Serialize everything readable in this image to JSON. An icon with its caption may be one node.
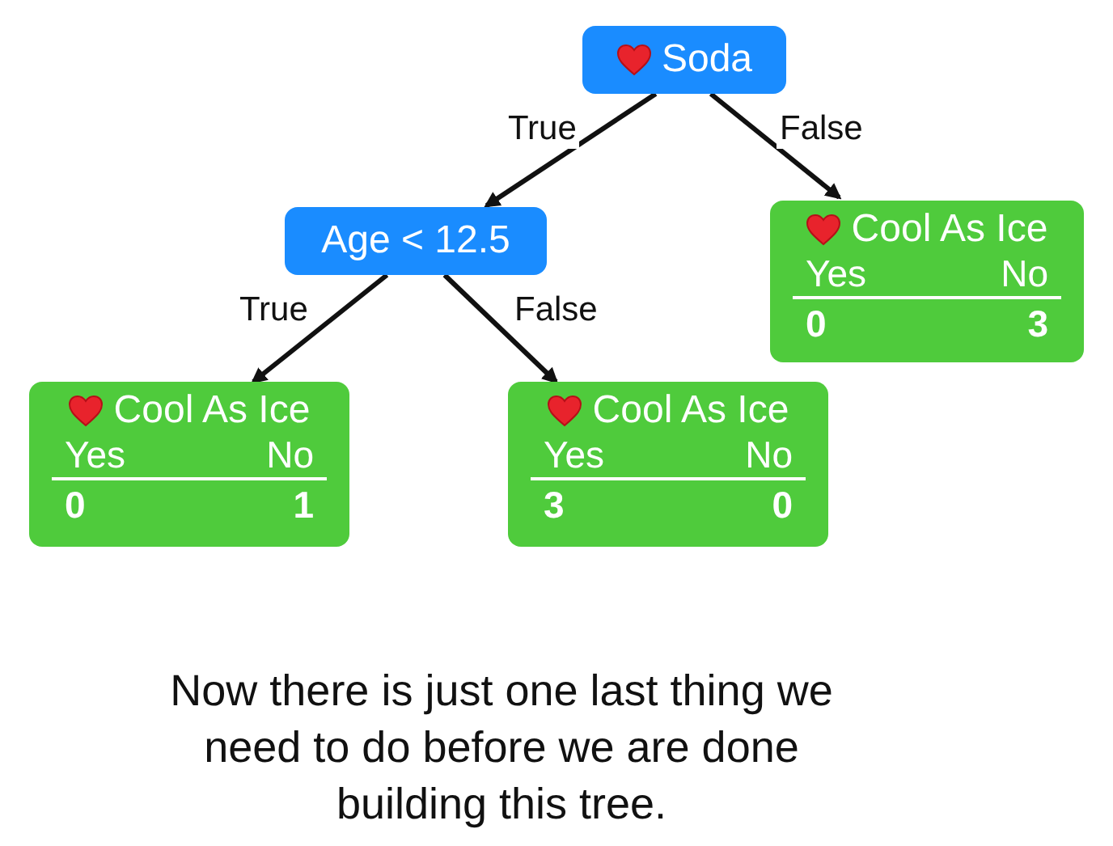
{
  "diagram": {
    "nodes": [
      {
        "text": [
          "Soda"
        ]
      },
      {
        "text": [
          "Age < 12.5"
        ]
      },
      {
        "text": [
          "Cool As Ice",
          "Yes",
          "No",
          "0",
          "3"
        ]
      },
      {
        "text": [
          "Cool As Ice",
          "Yes",
          "No",
          "0",
          "1"
        ]
      },
      {
        "text": [
          "Cool As Ice",
          "Yes",
          "No",
          "3",
          "0"
        ]
      }
    ],
    "edges": [
      {
        "from": 0,
        "to": 1,
        "arrow": "to",
        "label": "True"
      },
      {
        "from": 0,
        "to": 2,
        "arrow": "to",
        "label": "False"
      },
      {
        "from": 1,
        "to": 3,
        "arrow": "to",
        "label": "True"
      },
      {
        "from": 1,
        "to": 4,
        "arrow": "to",
        "label": "False"
      }
    ],
    "caption": "Now there is just one last thing we need to do before we are done building this tree."
  }
}
